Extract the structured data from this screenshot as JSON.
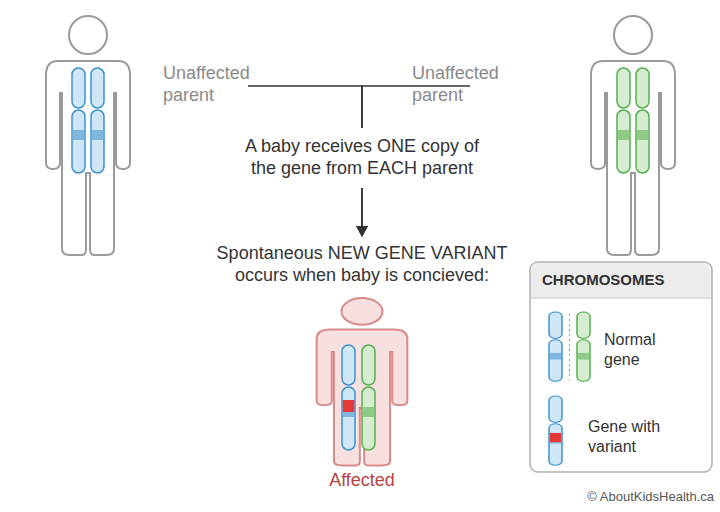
{
  "diagram": {
    "nodes": [
      {
        "text": [
          "Unaffected parent"
        ]
      },
      {
        "text": [
          "Unaffected parent"
        ]
      },
      {
        "text": [
          "Affected"
        ]
      }
    ],
    "edges": [
      {
        "from": 0,
        "to": 2,
        "arrow": "to"
      },
      {
        "from": 1,
        "to": 2,
        "arrow": "to"
      }
    ],
    "labels": [
      "A baby receives ONE copy of the gene from EACH parent",
      "Spontaneous NEW GENE VARIANT occurs when baby is concieved:",
      "CHROMOSOMES",
      "© AboutKidsHealth.ca"
    ],
    "legend": [
      {
        "text": "Normal gene"
      },
      {
        "text": "Gene with variant"
      }
    ]
  }
}
